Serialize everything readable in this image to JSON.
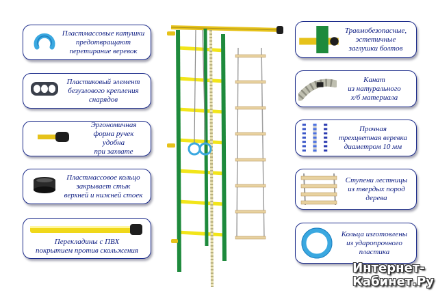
{
  "left_cards": [
    {
      "icon": "plastic-roller-icon",
      "lines": [
        "Пластмассовые катушки",
        "предотвращают",
        "перетирание веревок"
      ]
    },
    {
      "icon": "plastic-mount-element-icon",
      "lines": [
        "Пластиковый элемент",
        "безузлового крепления",
        "снарядов"
      ]
    },
    {
      "icon": "ergonomic-handle-icon",
      "lines": [
        "Эргономичная",
        "форма ручек удобна",
        "при захвате"
      ]
    },
    {
      "icon": "plastic-ring-joint-icon",
      "lines": [
        "Пластмассовое кольцо",
        "закрывает стык",
        "верхней и нижней стоек"
      ]
    },
    {
      "icon": "crossbar-pvc-icon",
      "lines": [
        "Перекладины с ПВХ",
        "покрытием против скольжения"
      ]
    }
  ],
  "right_cards": [
    {
      "icon": "bolt-cap-icon",
      "lines": [
        "Травмобезопасные,",
        "эстетичные",
        "заглушки болтов"
      ]
    },
    {
      "icon": "natural-rope-icon",
      "lines": [
        "Канат",
        "из натурального",
        "х/б материала"
      ]
    },
    {
      "icon": "braided-rope-icon",
      "lines": [
        "Прочная",
        "трехцветная веревка",
        "диаметром 10 мм"
      ]
    },
    {
      "icon": "wooden-ladder-icon",
      "lines": [
        "Ступени лестницы",
        "из твердых пород",
        "дерева"
      ]
    },
    {
      "icon": "gymnastic-ring-icon",
      "lines": [
        "Кольца изготовлены",
        "из ударопрочного",
        "пластика"
      ]
    }
  ],
  "watermark": {
    "line1": "Интернет-",
    "line2": "Кабинет.Ру"
  },
  "colors": {
    "frame_green": "#1e8a3c",
    "rung_yellow": "#f2e51a",
    "border_blue": "#1a2a8a",
    "text_blue": "#0a1a80",
    "ring_blue": "#3aa8e0"
  }
}
